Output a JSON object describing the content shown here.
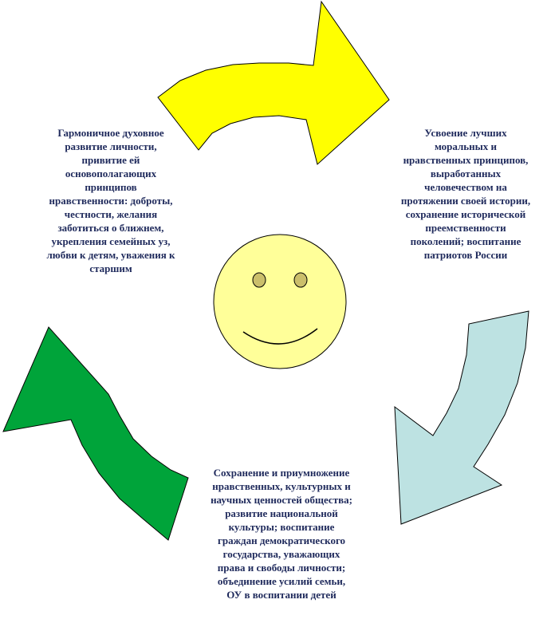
{
  "diagram": {
    "captions": {
      "left": "Гармоничное духовное\nразвитие личности,\nпривитие ей\nосновополагающих\nпринципов\nнравственности: доброты,\nчестности, желания\nзаботиться о ближнем,\nукрепления семейных уз,\nлюбви к детям, уважения к\nстаршим",
      "right": "Усвоение лучших\nморальных и\nнравственных принципов,\nвыработанных\nчеловечеством на\nпротяжении своей истории,\nсохранение исторической\nпреемственности\nпоколений; воспитание\nпатриотов России",
      "bottom": "Сохранение и приумножение\nнравственных, культурных и\nнаучных ценностей общества;\nразвитие национальной\nкультуры; воспитание\nграждан демократического\nгосударства, уважающих\nправа и свободы личности;\nобъединение усилий семьи,\nОУ в воспитании детей"
    },
    "colors": {
      "arrow_top": "#ffff00",
      "arrow_right": "#bde2e2",
      "arrow_left": "#00a43a",
      "smiley_face": "#ffff99",
      "smiley_eyes": "#cbbf6b",
      "text": "#1f2a5c",
      "outline": "#000000"
    },
    "icons": [
      "yellow-arrow-icon",
      "light-blue-arrow-icon",
      "green-arrow-icon",
      "smiley-face-icon"
    ]
  }
}
